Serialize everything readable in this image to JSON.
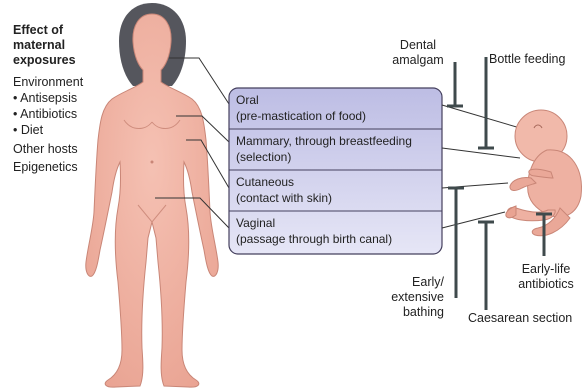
{
  "left_panel": {
    "title": "Effect of\nmaternal\nexposures",
    "environment_label": "Environment",
    "environment_items": [
      "• Antisepsis",
      "• Antibiotics",
      "• Diet"
    ],
    "other_hosts": "Other hosts",
    "epigenetics": "Epigenetics"
  },
  "routes": [
    {
      "name": "Oral",
      "detail": "(pre-mastication of food)"
    },
    {
      "name": "Mammary, through breastfeeding",
      "detail": "(selection)"
    },
    {
      "name": "Cutaneous",
      "detail": "(contact with skin)"
    },
    {
      "name": "Vaginal",
      "detail": "(passage through birth canal)"
    }
  ],
  "disruptors": {
    "dental_amalgam": "Dental\namalgam",
    "bottle_feeding": "Bottle feeding",
    "early_bathing": "Early/\nextensive\nbathing",
    "caesarean": "Caesarean section",
    "early_antibiotics": "Early-life\nantibiotics"
  },
  "colors": {
    "skin": "#efb0a1",
    "skin_outline": "#c98677",
    "hair": "#55565d",
    "route_fill_top": "#c3c3e6",
    "route_fill_bottom": "#e4e4f5",
    "inhibitor": "#3f4a4c"
  }
}
